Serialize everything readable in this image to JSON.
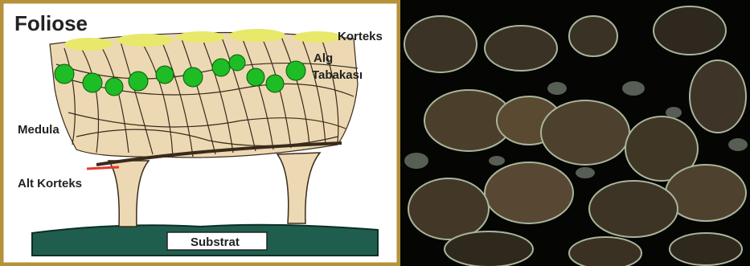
{
  "diagram": {
    "title": "Foliose",
    "labels": {
      "korteks": "Korteks",
      "alg_line1": "Alg",
      "alg_line2": "Tabakası",
      "medula": "Medula",
      "alt_korteks": "Alt Korteks",
      "substrat": "Substrat"
    },
    "colors": {
      "frame": "#b5913b",
      "hyphae": "#ecd9b3",
      "hyphae_outline": "#3a2a1a",
      "algae": "#1ebc25",
      "cortex": "#e8e86a",
      "substrate": "#1f5e4e",
      "lower_cortex_mark": "#e23a2a"
    }
  },
  "photo": {
    "subject": "foliose-lichen-photo"
  }
}
